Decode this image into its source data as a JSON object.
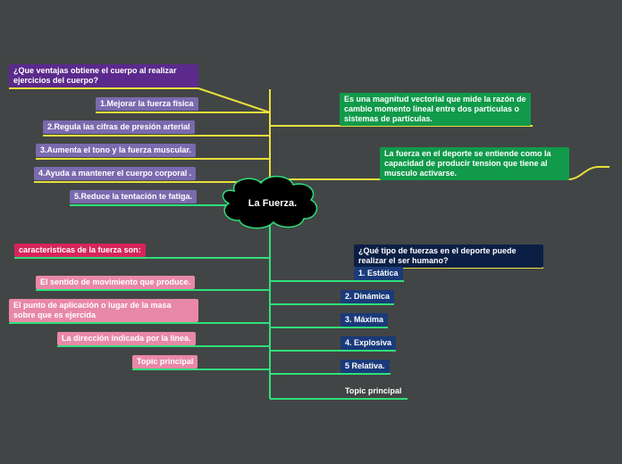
{
  "central_topic": "La Fuerza.",
  "top_left": {
    "question": "¿Que ventajas obtiene el cuerpo al realizar ejercicios del cuerpo?",
    "items": [
      "1.Mejorar la fuerza física",
      "2.Regula las cifras de presión arterial",
      "3.Aumenta el tono y la fuerza muscular.",
      "4.Ayuda a mantener el cuerpo corporal .",
      "5.Reduce la tentación te fatiga."
    ]
  },
  "top_right": {
    "definition": "Es una magnitud vectorial que mide la razón de cambio momento lineal entre dos partículas o sistemas de partículas.",
    "sport_definition": "La fuerza en el deporte se entiende como la capacidad de producir tension que tiene al musculo activarse."
  },
  "bottom_left": {
    "heading": "caracteristicas de la fuerza son:",
    "items": [
      "El sentido de movimiento que produce.",
      "El punto de aplicación o lugar de la masa sobre que es ejercida",
      "La dirección indicada por la línea.",
      "Topic principal"
    ]
  },
  "bottom_right": {
    "question": "¿Qué tipo de fuerzas en el deporte puede realizar el ser humano?",
    "items": [
      "1. Estática",
      "2. Dinámica",
      "3. Máxima",
      "4. Explosiva",
      "5 Relativa.",
      "Topic principal"
    ]
  },
  "colors": {
    "background": "#424545",
    "yellow_branch": "#e8e03a",
    "green_branch": "#2ee07a",
    "purple": "#7a6aae",
    "purple_dark": "#5b2a8c",
    "green_box": "#109a4a",
    "pink": "#e888a8",
    "pink_red": "#d8245a",
    "navy": "#1a3a7a",
    "navy_dark": "#0b1f45"
  }
}
